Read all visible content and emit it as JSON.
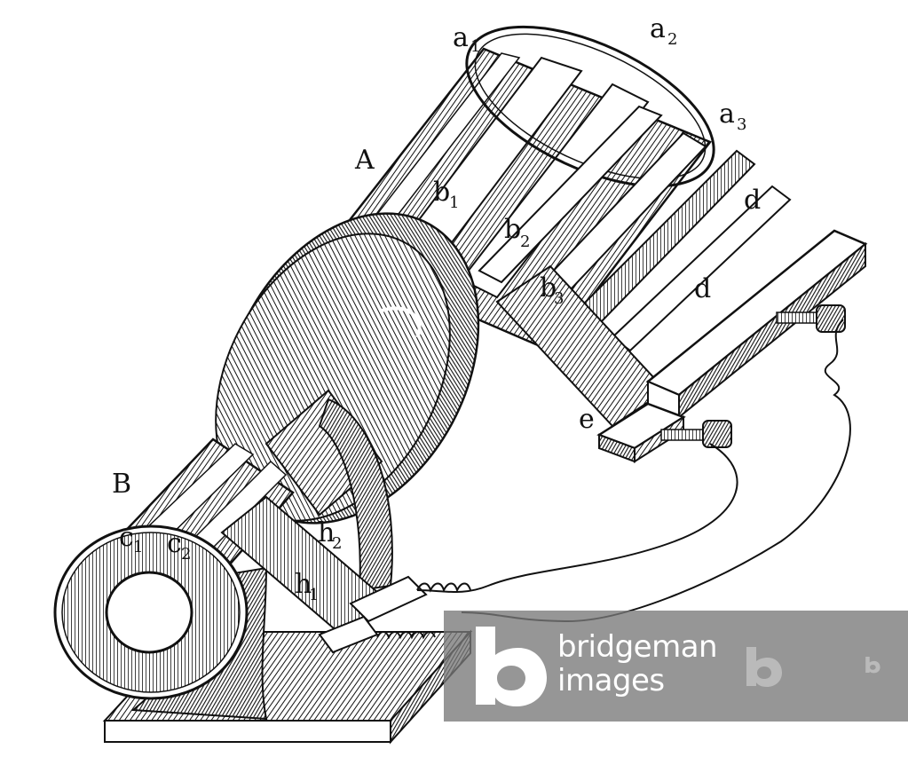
{
  "labels": {
    "A": "A",
    "B": "B",
    "a1": "a",
    "a1_sub": "1",
    "a2": "a",
    "a2_sub": "2",
    "a3": "a",
    "a3_sub": "3",
    "b1": "b",
    "b1_sub": "1",
    "b2": "b",
    "b2_sub": "2",
    "b3": "b",
    "b3_sub": "3",
    "c1": "c",
    "c1_sub": "1",
    "c2": "c",
    "c2_sub": "2",
    "d_upper": "d",
    "d_lower": "d",
    "e": "e",
    "h1": "h",
    "h1_sub": "1",
    "h2": "h",
    "h2_sub": "2"
  },
  "watermark": {
    "line1": "bridgeman",
    "line2": "images",
    "color": "#7a7a7a"
  },
  "colors": {
    "ink": "#111111",
    "paper": "#ffffff"
  }
}
